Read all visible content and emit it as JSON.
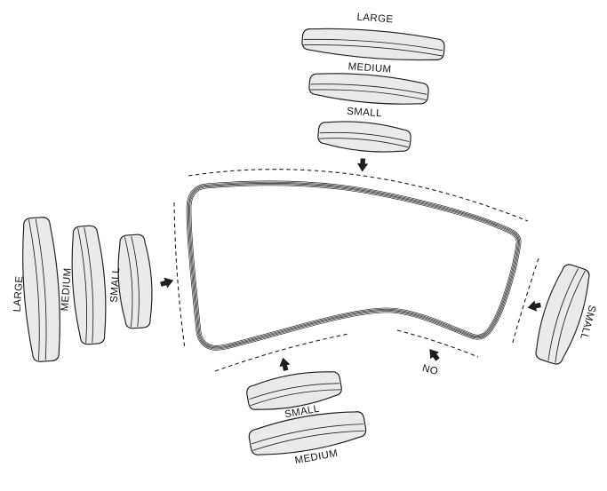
{
  "labels": {
    "top": [
      "LARGE",
      "MEDIUM",
      "SMALL"
    ],
    "left": [
      "LARGE",
      "MEDIUM",
      "SMALL"
    ],
    "right": [
      "SMALL"
    ],
    "bottom": [
      "SMALL",
      "MEDIUM"
    ],
    "forbidden": "NO"
  },
  "colors": {
    "background": "#ffffff",
    "line": "#1e1e1e",
    "pad_fill": "#eaeaea",
    "text": "#151515"
  }
}
